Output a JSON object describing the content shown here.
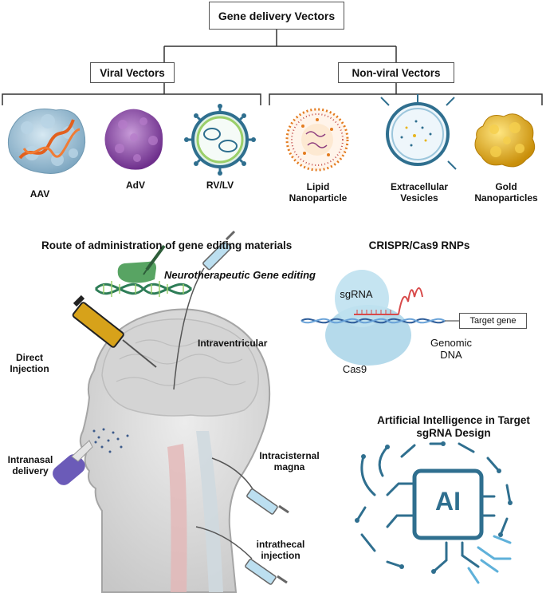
{
  "header": {
    "title": "Gene delivery Vectors",
    "viral": "Viral Vectors",
    "nonviral": "Non-viral Vectors"
  },
  "vectors": {
    "aav": "AAV",
    "adv": "AdV",
    "rvlv": "RV/LV",
    "lipid": "Lipid Nanoparticle",
    "ev": "Extracellular Vesicles",
    "gold": "Gold Nanoparticles"
  },
  "route": {
    "title": "Route of administration of gene editing materials",
    "neuro": "Neurotherapeutic Gene editing",
    "direct": "Direct Injection",
    "intraventricular": "Intraventricular",
    "intranasal": "Intranasal delivery",
    "intracisternal": "Intracisternal magna",
    "intrathecal": "intrathecal injection"
  },
  "crispr": {
    "title": "CRISPR/Cas9 RNPs",
    "sgrna": "sgRNA",
    "target": "Target gene",
    "genomic": "Genomic DNA",
    "cas9": "Cas9"
  },
  "ai": {
    "title": "Artificial Intelligence in Target sgRNA Design",
    "chip": "AI"
  },
  "colors": {
    "teal": "#2f6f8f",
    "orange": "#e2601e",
    "purple": "#8a47a8",
    "gold": "#e7b520",
    "dna_green": "#2e7d57",
    "cas9_blue": "#a8d4e8"
  }
}
